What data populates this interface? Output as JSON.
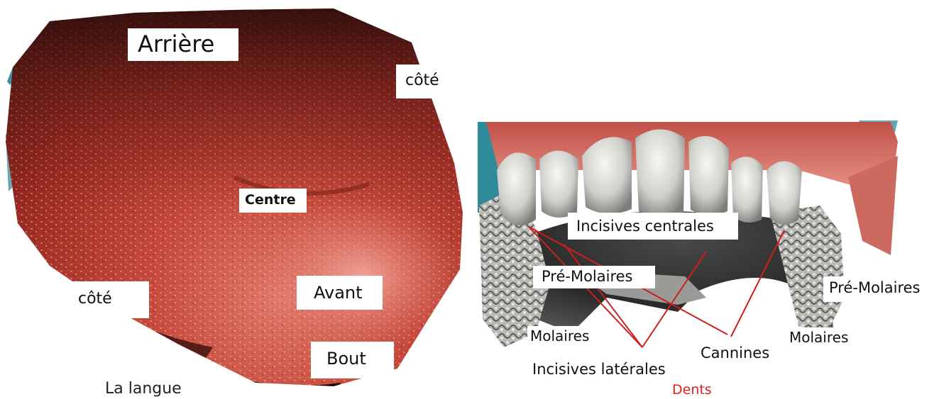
{
  "tongue": {
    "caption": "La langue",
    "labels": {
      "back": "Arrière",
      "side_right": "côté",
      "side_left": "côté",
      "center": "Centre",
      "front": "Avant",
      "tip": "Bout"
    }
  },
  "teeth": {
    "caption": "Dents",
    "labels": {
      "central_incisors": "Incisives centrales",
      "premolars_left": "Pré-Molaires",
      "premolars_right": "Pré-Molaires",
      "molars_left": "Molaires",
      "molars_right": "Molaires",
      "canines": "Cannines",
      "lateral_incisors": "Incisives latérales"
    },
    "colors": {
      "leader_lines": "#cc1f1f",
      "caption": "#dd2222"
    }
  }
}
